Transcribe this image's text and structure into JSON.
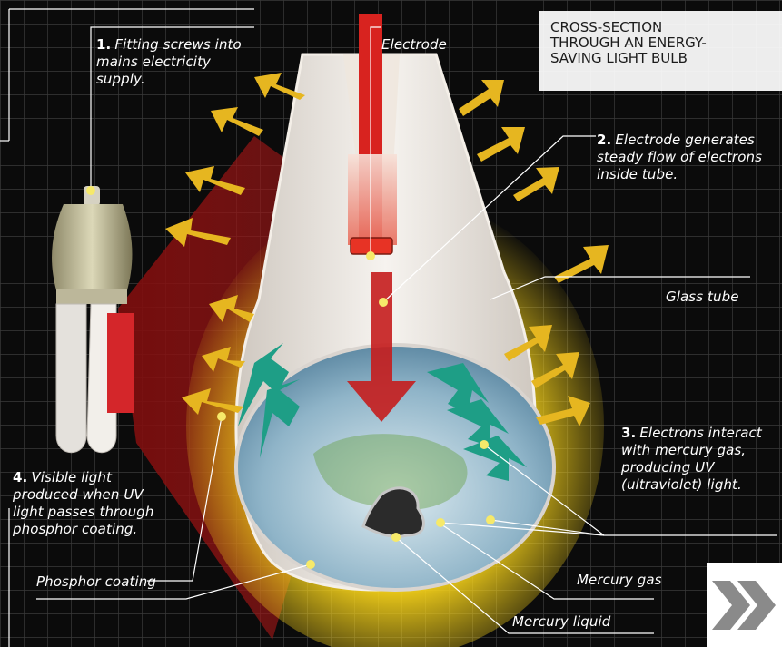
{
  "title": "CROSS-SECTION\nTHROUGH AN ENERGY-\nSAVING LIGHT BULB",
  "labels": {
    "fitting": {
      "num": "1.",
      "text": "Fitting screws into mains electricity supply."
    },
    "electrode_top": {
      "text": "Electrode"
    },
    "electrode_flow": {
      "num": "2.",
      "text": "Electrode generates steady flow of electrons inside tube."
    },
    "glass_tube": {
      "text": "Glass tube"
    },
    "electrons": {
      "num": "3.",
      "text": "Electrons interact with mercury gas, producing UV (ultraviolet) light."
    },
    "visible_light": {
      "num": "4.",
      "text": "Visible light produced when UV light passes through phosphor coating."
    },
    "mercury_gas": {
      "text": "Mercury gas"
    },
    "phosphor": {
      "text": "Phosphor coating"
    },
    "mercury_liquid": {
      "text": "Mercury liquid"
    }
  },
  "colors": {
    "background": "#0b0b0b",
    "glow": "#f6d21a",
    "arrow_light": "#e6b620",
    "electron_arrow": "#1e9e86",
    "electrode_red": "#d8231f",
    "tube": "#eae6e1"
  },
  "icons": {
    "next": "double-chevron-right-icon"
  }
}
